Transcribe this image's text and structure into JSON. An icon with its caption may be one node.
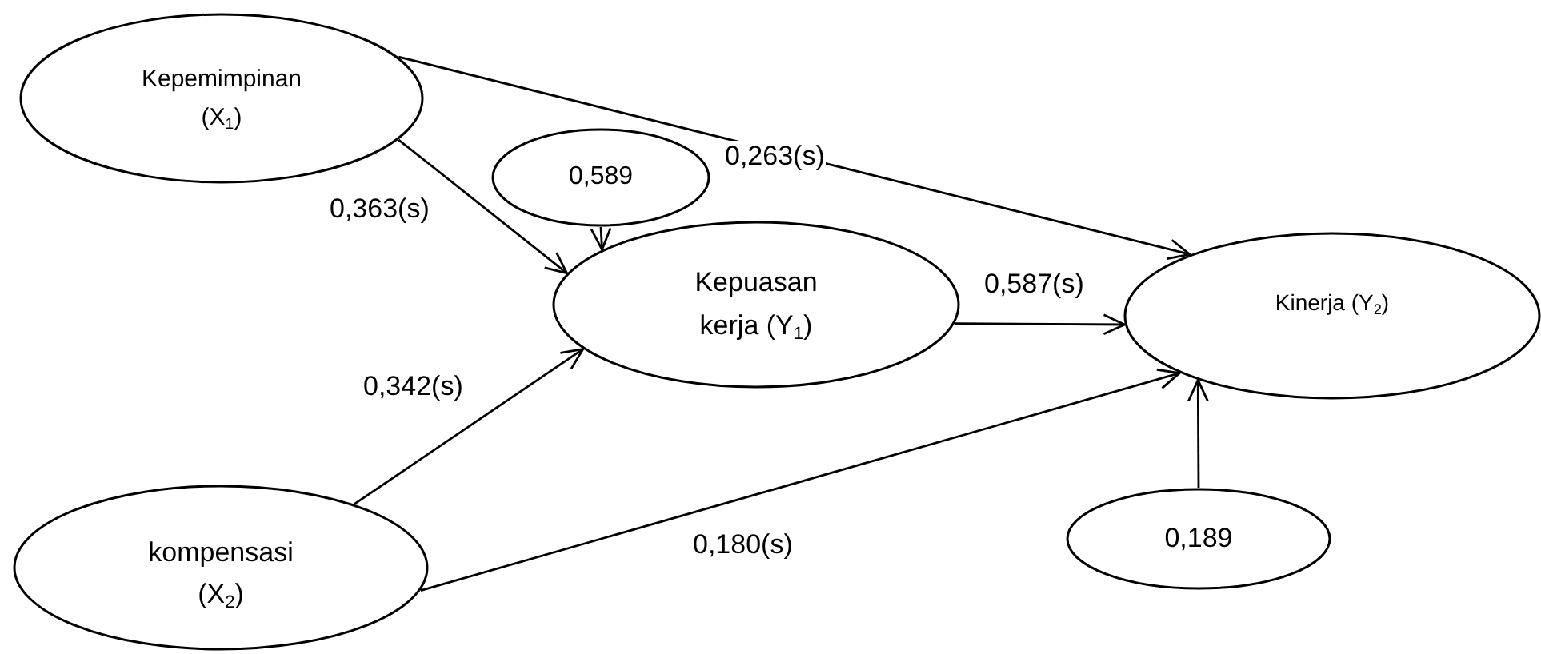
{
  "diagram": {
    "nodes": [
      {
        "text": [
          "Kepemimpinan (X$_{1}$)"
        ]
      },
      {
        "text": [
          "0,589"
        ]
      },
      {
        "text": [
          "Kepuasan kerja (Y$_{1}$)"
        ]
      },
      {
        "text": [
          "Kinerja (Y$_{2}$)"
        ]
      },
      {
        "text": [
          "kompensasi (X$_{2}$)"
        ]
      },
      {
        "text": [
          "0,189"
        ]
      }
    ],
    "edges": [
      {
        "from": 0,
        "to": 3,
        "arrow": "to",
        "label": "0,263(s)"
      },
      {
        "from": 0,
        "to": 2,
        "arrow": "to",
        "label": "0,363(s)"
      },
      {
        "from": 1,
        "to": 2,
        "arrow": "to"
      },
      {
        "from": 2,
        "to": 3,
        "arrow": "to",
        "label": "0,587(s)"
      },
      {
        "from": 4,
        "to": 2,
        "arrow": "to",
        "label": "0,342(s)"
      },
      {
        "from": 4,
        "to": 3,
        "arrow": "to",
        "label": "0,180(s)"
      },
      {
        "from": 5,
        "to": 3,
        "arrow": "to"
      }
    ]
  }
}
